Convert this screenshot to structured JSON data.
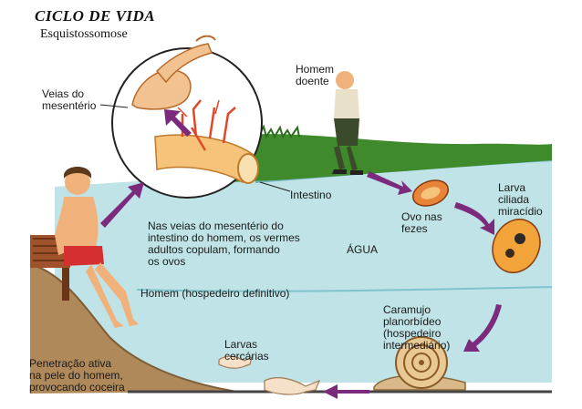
{
  "title": "CICLO DE VIDA",
  "subtitle": "Esquistossomose",
  "labels": {
    "veias": "Veias do\nmesentério",
    "homem_doente": "Homem\ndoente",
    "intestino": "Intestino",
    "ovo": "Ovo nas\nfezes",
    "larva_ciliada": "Larva\nciliada\nmiracídio",
    "veias_desc": "Nas veias do mesentério do\nintestino do homem, os vermes\nadultos copulam, formando\nos ovos",
    "agua": "ÁGUA",
    "hospedeiro_def": "Homem (hospedeiro definitivo)",
    "caramujo": "Caramujo\nplanorbídeo\n(hospedeiro\nintermediário)",
    "larvas_cercarias": "Larvas\ncercárias",
    "penetracao": "Penetração ativa\nna pele do homem,\nprovocando coceira"
  },
  "colors": {
    "water": "#bfe3e6",
    "water_dark": "#7fc4cb",
    "grass": "#3f8a2a",
    "arrow": "#7b2a7c",
    "earth": "#b0895a",
    "skin": "#f0b27a",
    "vein": "#e0482a",
    "intestine": "#f5c37a"
  }
}
